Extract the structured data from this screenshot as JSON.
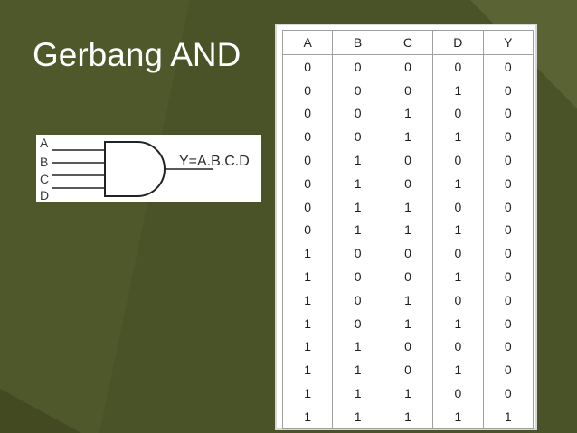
{
  "slide": {
    "title": "Gerbang AND"
  },
  "gate": {
    "inputs": [
      "A",
      "B",
      "C",
      "D"
    ],
    "output_label": "Y=A.B.C.D"
  },
  "truth_table": {
    "headers": [
      "A",
      "B",
      "C",
      "D",
      "Y"
    ],
    "rows": [
      [
        "0",
        "0",
        "0",
        "0",
        "0"
      ],
      [
        "0",
        "0",
        "0",
        "1",
        "0"
      ],
      [
        "0",
        "0",
        "1",
        "0",
        "0"
      ],
      [
        "0",
        "0",
        "1",
        "1",
        "0"
      ],
      [
        "0",
        "1",
        "0",
        "0",
        "0"
      ],
      [
        "0",
        "1",
        "0",
        "1",
        "0"
      ],
      [
        "0",
        "1",
        "1",
        "0",
        "0"
      ],
      [
        "0",
        "1",
        "1",
        "1",
        "0"
      ],
      [
        "1",
        "0",
        "0",
        "0",
        "0"
      ],
      [
        "1",
        "0",
        "0",
        "1",
        "0"
      ],
      [
        "1",
        "0",
        "1",
        "0",
        "0"
      ],
      [
        "1",
        "0",
        "1",
        "1",
        "0"
      ],
      [
        "1",
        "1",
        "0",
        "0",
        "0"
      ],
      [
        "1",
        "1",
        "0",
        "1",
        "0"
      ],
      [
        "1",
        "1",
        "1",
        "0",
        "0"
      ],
      [
        "1",
        "1",
        "1",
        "1",
        "1"
      ]
    ]
  },
  "colors": {
    "background": "#4a5227",
    "background_shape": "#555e30",
    "title_text": "#ffffff"
  }
}
